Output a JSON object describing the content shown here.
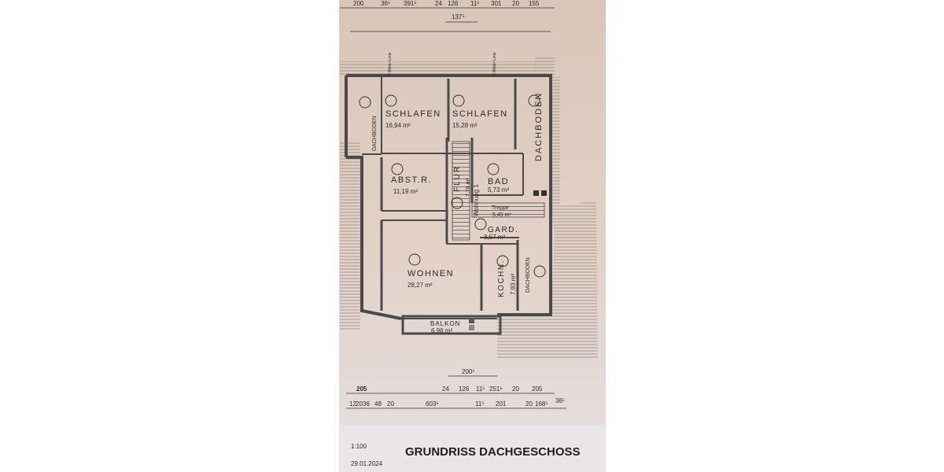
{
  "title": "GRUNDRISS DACHGESCHOSS",
  "scale": "1:100",
  "date": "29.01.2024",
  "wohnung_label": "Wohnung 1",
  "meter_line_label": "2-Meter-Linie",
  "rooms": {
    "schlafen_left": {
      "name": "SCHLAFEN",
      "area": "16,94 m²"
    },
    "schlafen_right": {
      "name": "SCHLAFEN",
      "area": "15,28 m²"
    },
    "abstr": {
      "name": "ABST.R.",
      "area": "11,19 m²"
    },
    "flur": {
      "name": "FLUR",
      "area": "7,78 m²"
    },
    "bad": {
      "name": "BAD",
      "area": "5,73 m²"
    },
    "treppe": {
      "name": "Treppe",
      "area": "5,49 m²"
    },
    "gard": {
      "name": "GARD.",
      "area": "3,57 m²"
    },
    "wohnen": {
      "name": "WOHNEN",
      "area": "28,27 m²"
    },
    "kochn": {
      "name": "KOCHN.",
      "area": "7,93 m²"
    },
    "balkon": {
      "name": "BALKON",
      "area": "6,96 m²"
    },
    "dachboden_left": {
      "name": "DACHBODEN"
    },
    "dachboden_right": {
      "name": "DACHBODEN"
    },
    "dachboden_kitchen": {
      "name": "DACHBODEN"
    }
  },
  "dims_top": {
    "row1": [
      "200",
      "36⁵",
      "391⁵",
      "24",
      "126",
      "11⁵",
      "301",
      "20",
      "155"
    ],
    "row2": [
      "137⁵"
    ]
  },
  "dims_bottom": {
    "row1": [
      "200⁵"
    ],
    "row2": [
      "205",
      "24",
      "126",
      "11⁵",
      "251⁵",
      "20",
      "205"
    ],
    "row3": [
      "12",
      "20",
      "36",
      "48",
      "20",
      "603⁵",
      "11⁵",
      "201",
      "20",
      "168⁵",
      "36⁵"
    ]
  },
  "colors": {
    "paper_top": "#e0ccc0",
    "paper_bottom": "#e5dfe2",
    "wall": "#4a4a4a",
    "background": "#ffffff"
  }
}
